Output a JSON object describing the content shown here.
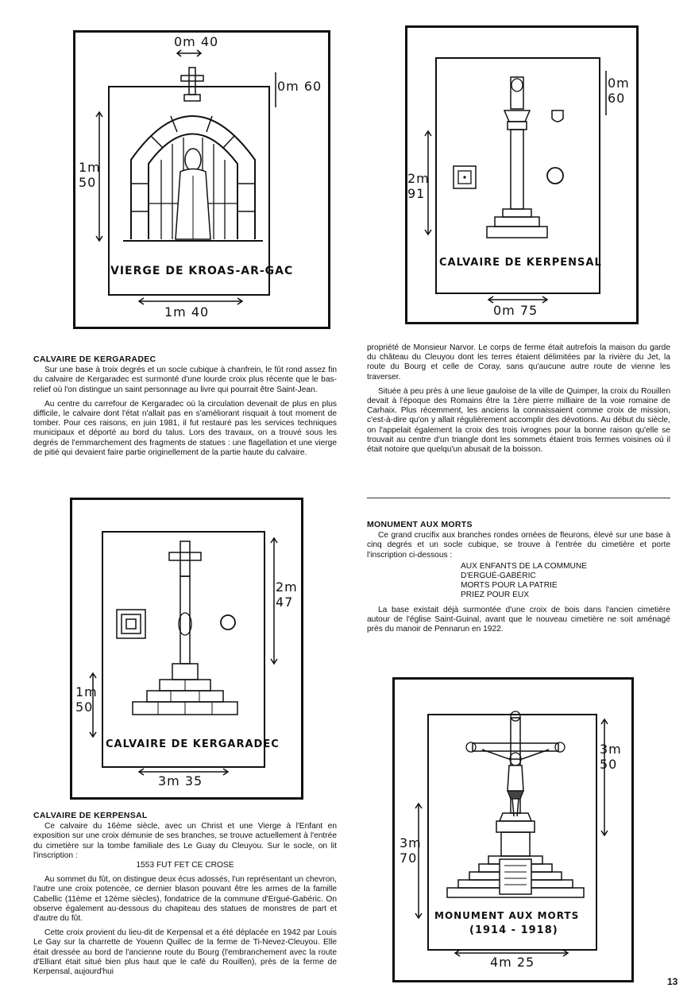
{
  "figures": {
    "vierge": {
      "caption": "VIERGE DE KROAS-AR-GAC",
      "dim_top": "0m 40",
      "dim_right": "0m 60",
      "dim_left": "1m 50",
      "dim_bottom": "1m 40"
    },
    "kerpensal": {
      "caption": "CALVAIRE DE KERPENSAL",
      "dim_right": "0m 60",
      "dim_left": "2m 91",
      "dim_bottom": "0m 75"
    },
    "kergaradec": {
      "caption": "CALVAIRE DE KERGARADEC",
      "dim_right": "2m 47",
      "dim_left": "1m 50",
      "dim_bottom": "3m 35"
    },
    "monument": {
      "caption_line1": "MONUMENT AUX MORTS",
      "caption_line2": "(1914 - 1918)",
      "dim_right": "3m 50",
      "dim_left": "3m 70",
      "dim_bottom": "4m 25"
    }
  },
  "sections": {
    "kergaradec": {
      "heading": "CALVAIRE DE KERGARADEC",
      "p1": "Sur une base à troix degrés et un socle cubique à chanfrein, le fût rond assez fin du calvaire de Kergaradec est surmonté d'une lourde croix plus récente que le bas-relief où l'on distingue un saint personnage au livre qui pourrait être Saint-Jean.",
      "p2": "Au centre du carrefour de Kergaradec où la circulation devenait de plus en plus difficile, le calvaire dont l'état n'allait pas en s'améliorant risquait à tout moment de tomber. Pour ces raisons, en juin 1981, il fut restauré pas les services techniques municipaux et déporté au bord du talus. Lors des travaux, on a trouvé sous les degrés de l'emmarchement des fragments de statues : une flagellation et une vierge de pitié qui devaient faire partie originellement de la partie haute du calvaire."
    },
    "kerpensal": {
      "heading": "CALVAIRE DE KERPENSAL",
      "p1": "Ce calvaire du 16ème siècle, avec un Christ et une Vierge à l'Enfant en exposition sur une croix démunie de ses branches, se trouve actuellement à l'entrée du cimetière sur la tombe familiale des Le Guay du Cleuyou. Sur le socle, on lit l'inscription :",
      "inscription": "1553 FUT FET CE CROSE",
      "p2": "Au sommet du fût, on distingue deux écus adossés, l'un représentant un chevron, l'autre une croix potencée, ce dernier blason pouvant être les armes de la famille Cabellic (11ème et 12ème siècles), fondatrice de la commune d'Ergué-Gabéric. On observe également au-dessous du chapiteau des statues de monstres de part et d'autre du fût.",
      "p3": "Cette croix provient du lieu-dit de Kerpensal et a été déplacée en 1942 par Louis Le Gay sur la charrette de Youenn Quillec de la ferme de Ti-Nevez-Cleuyou. Elle était dressée au bord de l'ancienne route du Bourg (l'embranchement avec la route d'Elliant était situé bien plus haut que le café du Rouillen), près de la ferme de Kerpensal, aujourd'hui"
    },
    "continuation": {
      "p1": "propriété de Monsieur Narvor. Le corps de ferme était autrefois la maison du garde du château du Cleuyou dont les terres étaient délimitées par la rivière du Jet, la route du Bourg et celle de Coray, sans qu'aucune autre route de vienne les traverser.",
      "p2": "Située à peu près à une lieue gauloise de la ville de Quimper, la croix du Rouillen devait à l'époque des Romains être la 1ère pierre milliaire de la voie romaine de Carhaix. Plus récemment, les anciens la connaissaient comme croix de mission, c'est-à-dire qu'on y allait régulièrement accomplir des dévotions. Au début du siècle, on l'appelait également la croix des trois ivrognes pour la bonne raison qu'elle se trouvait au centre d'un triangle dont les sommets étaient trois fermes voisines où il était notoire que quelqu'un abusait de la boisson."
    },
    "monument": {
      "heading": "MONUMENT AUX MORTS",
      "p1": "Ce grand crucifix aux branches rondes ornées de fleurons, élevé sur une base à cinq degrés et un socle cubique, se trouve à l'entrée du cimetière et porte l'inscription ci-dessous :",
      "inscription": [
        "AUX ENFANTS DE LA COMMUNE",
        "D'ERGUÉ-GABÉRIC",
        "MORTS POUR LA PATRIE",
        "PRIEZ POUR EUX"
      ],
      "p2": "La base existait déjà surmontée d'une croix de bois dans l'ancien cimetière autour de l'église Saint-Guinal, avant que le nouveau cimetière ne soit aménagé près du manoir de Pennarun en 1922."
    }
  },
  "page_number": "13"
}
